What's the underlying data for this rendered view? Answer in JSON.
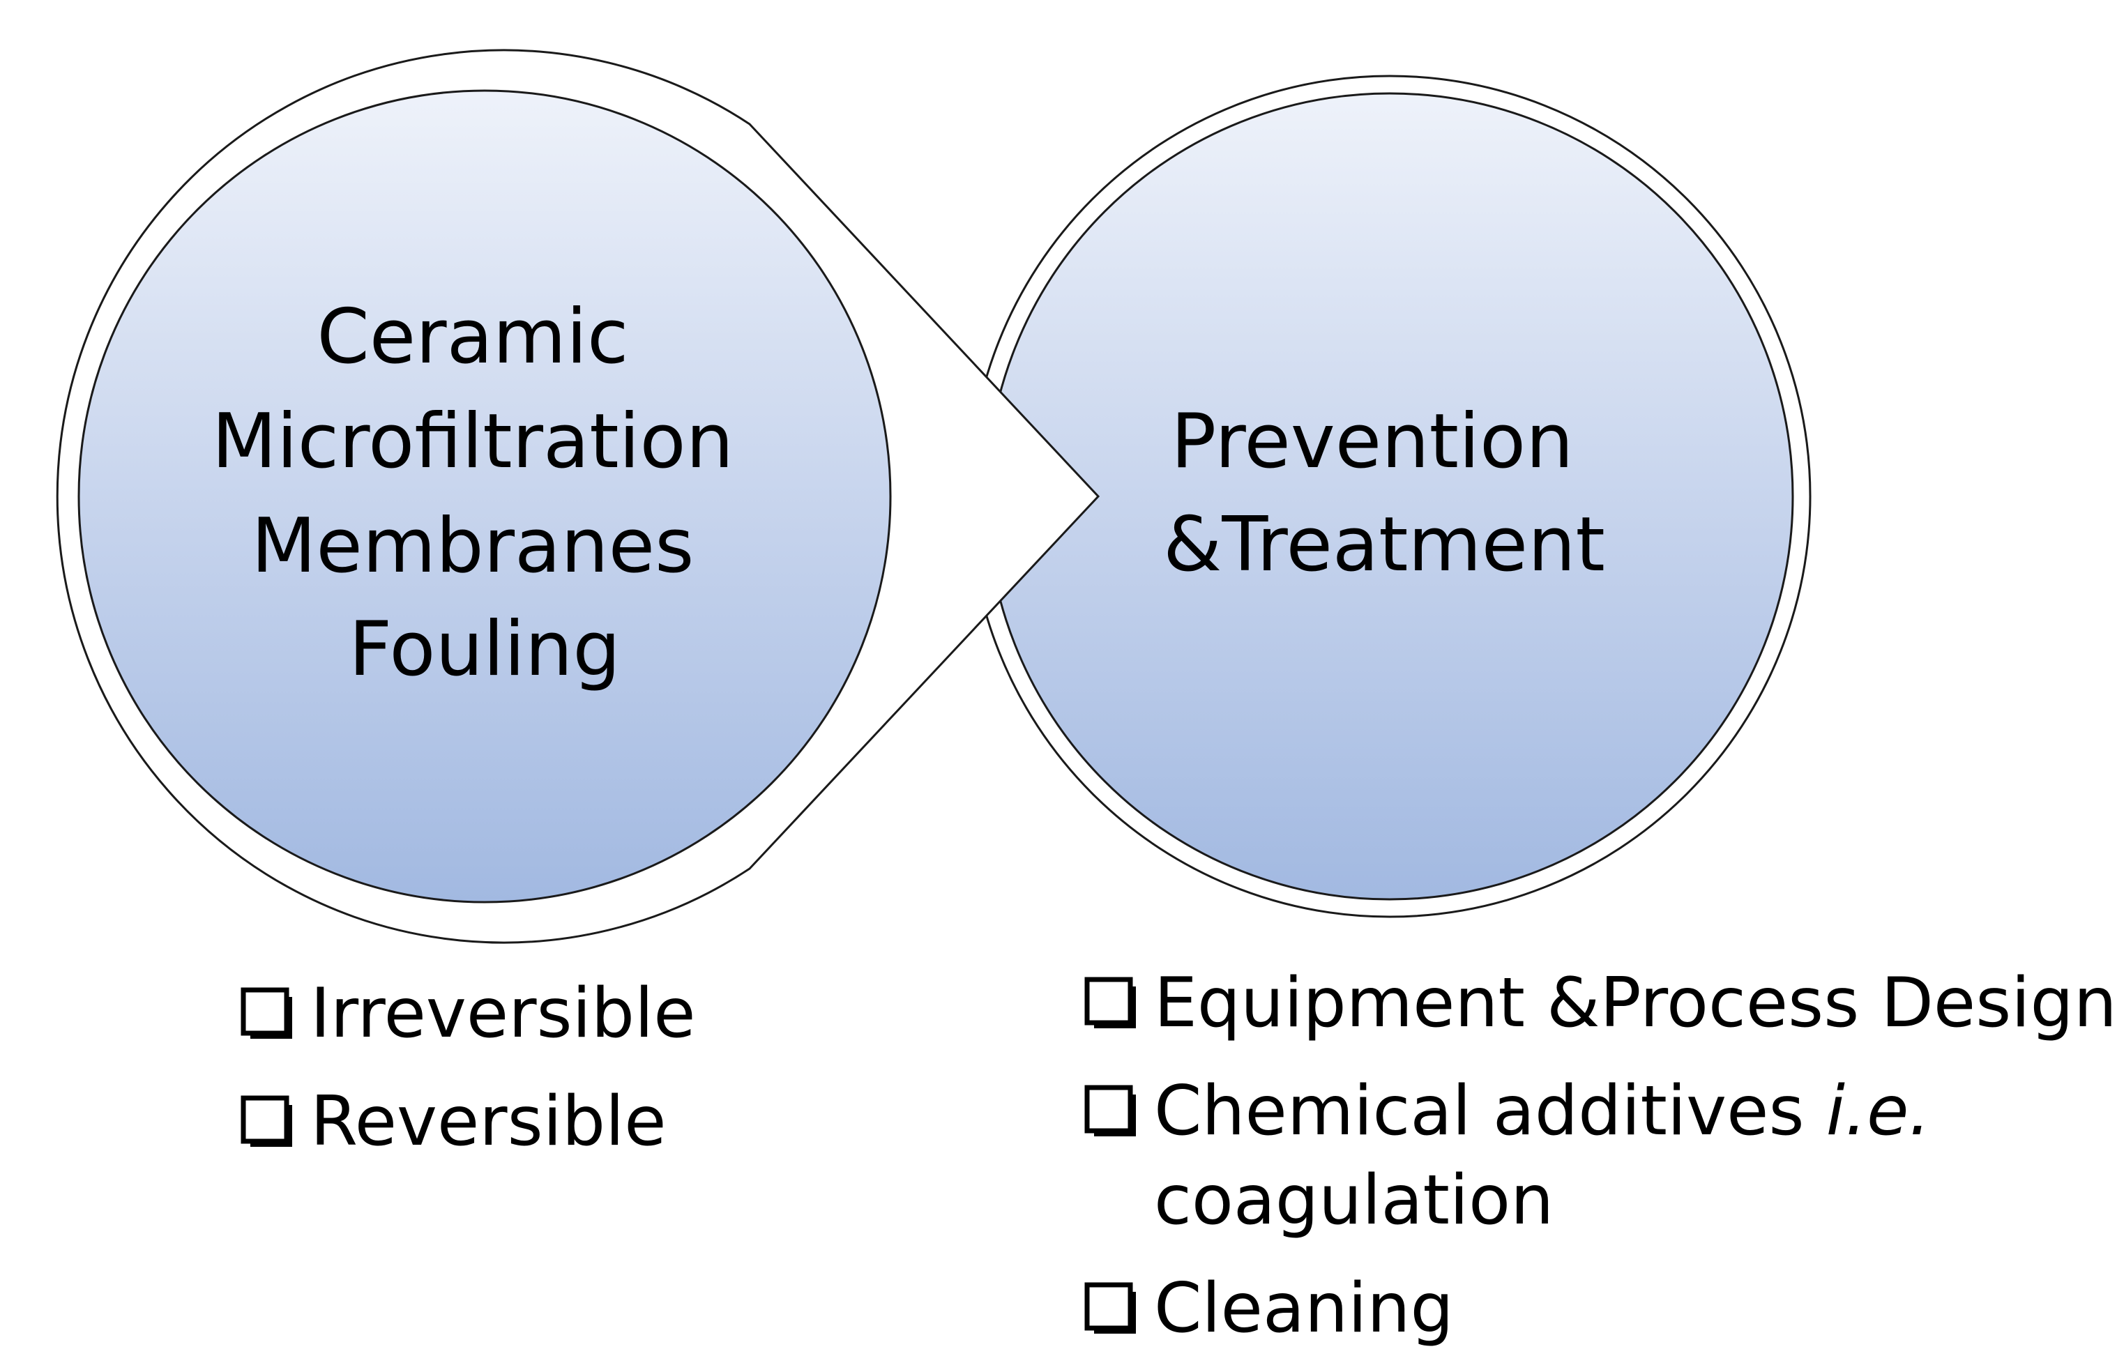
{
  "left_circle": {
    "lines": [
      "Ceramic",
      "Microfiltration",
      "Membranes",
      "Fouling"
    ]
  },
  "right_circle": {
    "lines": [
      "Prevention",
      "&Treatment"
    ]
  },
  "left_list": {
    "items": [
      "Irreversible",
      "Reversible"
    ]
  },
  "right_list": {
    "item_1": "Equipment &Process Design",
    "item_2_main": "Chemical additives ",
    "item_2_italic": "i.e.",
    "item_2_cont": "coagulation",
    "item_3": "Cleaning"
  },
  "colors": {
    "circle_top": "#eef2fa",
    "circle_bottom": "#a6bde3",
    "outline": "#1a1a1a",
    "text": "#000000"
  },
  "icons": {
    "bullet": "checkbox-icon"
  }
}
